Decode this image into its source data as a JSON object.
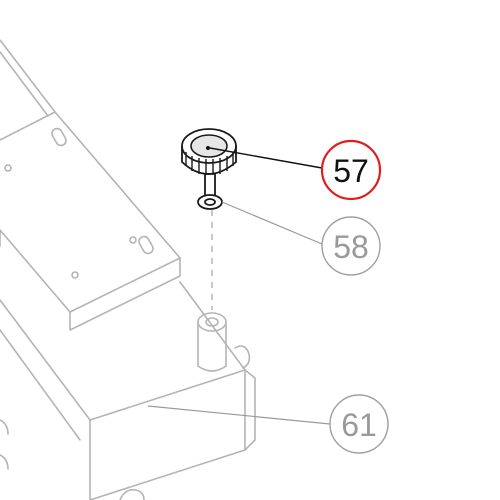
{
  "callouts": [
    {
      "id": "part-57",
      "label": "57",
      "highlighted": true
    },
    {
      "id": "part-58",
      "label": "58",
      "highlighted": false
    },
    {
      "id": "part-61",
      "label": "61",
      "highlighted": false
    }
  ],
  "colors": {
    "highlight_ring": "#e01e1e",
    "line_gray": "#b4b4b4",
    "text_gray": "#9a9a9a",
    "dark": "#111111"
  }
}
